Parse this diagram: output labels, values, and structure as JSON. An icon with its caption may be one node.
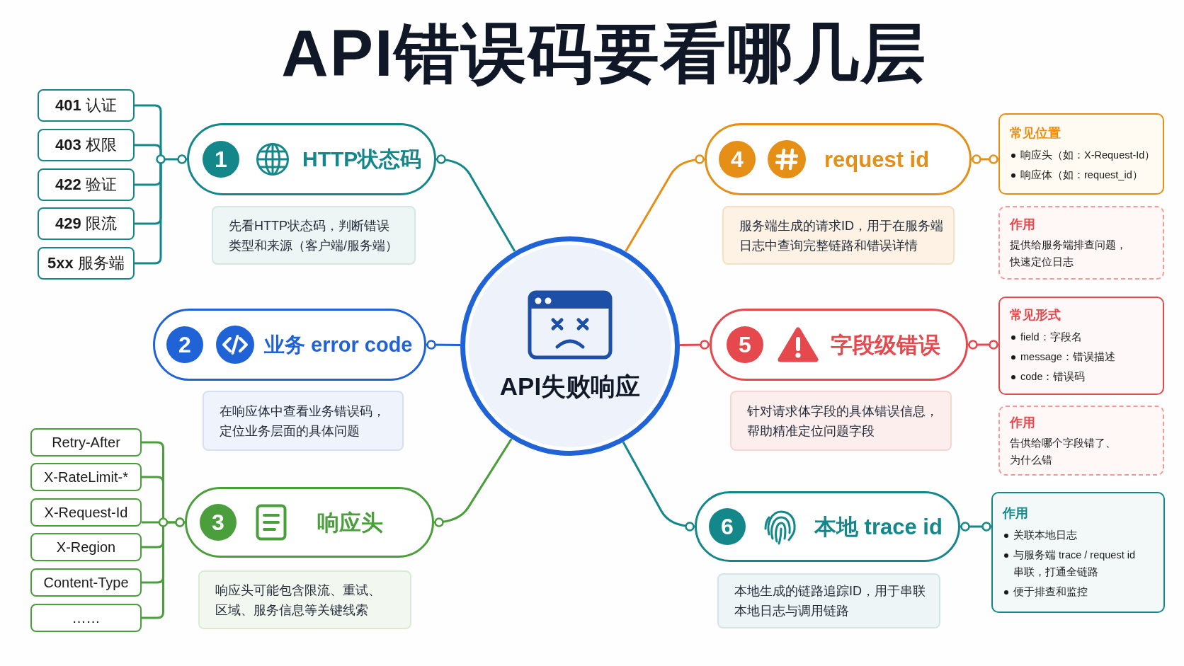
{
  "diagram": {
    "title": "API错误码要看哪几层",
    "nodes": [
      {
        "text": [
          "API失败响应"
        ]
      },
      {
        "text": [
          "HTTP状态码"
        ]
      },
      {
        "text": [
          "1"
        ],
        "in": 1
      },
      {
        "text": [
          "**401** 认证"
        ]
      },
      {
        "text": [
          "**403** 权限"
        ]
      },
      {
        "text": [
          "**422** 验证"
        ]
      },
      {
        "text": [
          "**429** 限流"
        ]
      },
      {
        "text": [
          "**5xx** 服务端"
        ]
      },
      {
        "text": [
          "先看HTTP状态码，判断错误类型和来源（客户端/服务端）"
        ]
      },
      {
        "text": [
          "业务 error code"
        ]
      },
      {
        "text": [
          "2"
        ],
        "in": 9
      },
      {
        "text": [
          "在响应体中查看业务错误码，定位业务层面的具体问题"
        ]
      },
      {
        "text": [
          "响应头"
        ]
      },
      {
        "text": [
          "3"
        ],
        "in": 12
      },
      {
        "text": [
          "Retry-After"
        ]
      },
      {
        "text": [
          "X-RateLimit-*"
        ]
      },
      {
        "text": [
          "X-Request-Id"
        ]
      },
      {
        "text": [
          "X-Region"
        ]
      },
      {
        "text": [
          "Content-Type"
        ]
      },
      {
        "text": [
          "……"
        ]
      },
      {
        "text": [
          "响应头可能包含限流、重试、区域、服务信息等关键线索"
        ]
      },
      {
        "text": [
          "request id"
        ]
      },
      {
        "text": [
          "4"
        ],
        "in": 21
      },
      {
        "text": [
          "服务端生成的请求ID，用于在服务端日志中查询完整链路和错误详情"
        ]
      },
      {
        "text": [
          "常见位置",
          "响应头（如：X-Request-Id）",
          "响应体（如：request_id）"
        ]
      },
      {
        "text": [
          "作用",
          "提供给服务端排查问题，快速定位日志"
        ]
      },
      {
        "text": [
          "字段级错误"
        ]
      },
      {
        "text": [
          "5"
        ],
        "in": 26
      },
      {
        "text": [
          "针对请求体字段的具体错误信息，帮助精准定位问题字段"
        ]
      },
      {
        "text": [
          "常见形式",
          "field：字段名",
          "message：错误描述",
          "code：错误码"
        ]
      },
      {
        "text": [
          "作用",
          "告供给哪个字段错了、为什么错"
        ]
      },
      {
        "text": [
          "本地 trace id"
        ]
      },
      {
        "text": [
          "6"
        ],
        "in": 31
      },
      {
        "text": [
          "本地生成的链路追踪ID，用于串联本地日志与调用链路"
        ]
      },
      {
        "text": [
          "作用",
          "关联本地日志",
          "与服务端 trace / request id 串联，打通全链路",
          "便于排查和监控"
        ]
      }
    ],
    "edges": [
      {
        "from": 0,
        "to": 1,
        "arrow": "other"
      },
      {
        "from": 0,
        "to": 9,
        "arrow": "other",
        "color": "#1f63d6"
      },
      {
        "from": 0,
        "to": 12,
        "arrow": "other",
        "color": "#4b9e3c"
      },
      {
        "from": 0,
        "to": 21,
        "arrow": "other",
        "color": "#e58f17"
      },
      {
        "from": 0,
        "to": 26,
        "arrow": "other",
        "color": "#e5484d"
      },
      {
        "from": 0,
        "to": 31,
        "arrow": "other"
      },
      {
        "from": 1,
        "to": 3,
        "arrow": "other"
      },
      {
        "from": 1,
        "to": 4,
        "arrow": "other"
      },
      {
        "from": 1,
        "to": 5,
        "arrow": "other"
      },
      {
        "from": 1,
        "to": 6,
        "arrow": "other"
      },
      {
        "from": 1,
        "to": 7,
        "arrow": "other"
      },
      {
        "from": 12,
        "to": 14,
        "arrow": "other",
        "color": "#4b9e3c"
      },
      {
        "from": 12,
        "to": 15,
        "arrow": "other",
        "color": "#4b9e3c"
      },
      {
        "from": 12,
        "to": 16,
        "arrow": "other",
        "color": "#4b9e3c"
      },
      {
        "from": 12,
        "to": 17,
        "arrow": "other",
        "color": "#4b9e3c"
      },
      {
        "from": 12,
        "to": 18,
        "arrow": "other",
        "color": "#4b9e3c"
      },
      {
        "from": 12,
        "to": 19,
        "arrow": "other",
        "color": "#4b9e3c"
      },
      {
        "from": 21,
        "to": 24,
        "arrow": "other",
        "color": "#e58f17"
      },
      {
        "from": 26,
        "to": 29,
        "arrow": "other",
        "color": "#e5484d"
      },
      {
        "from": 31,
        "to": 34,
        "arrow": "other"
      }
    ]
  }
}
